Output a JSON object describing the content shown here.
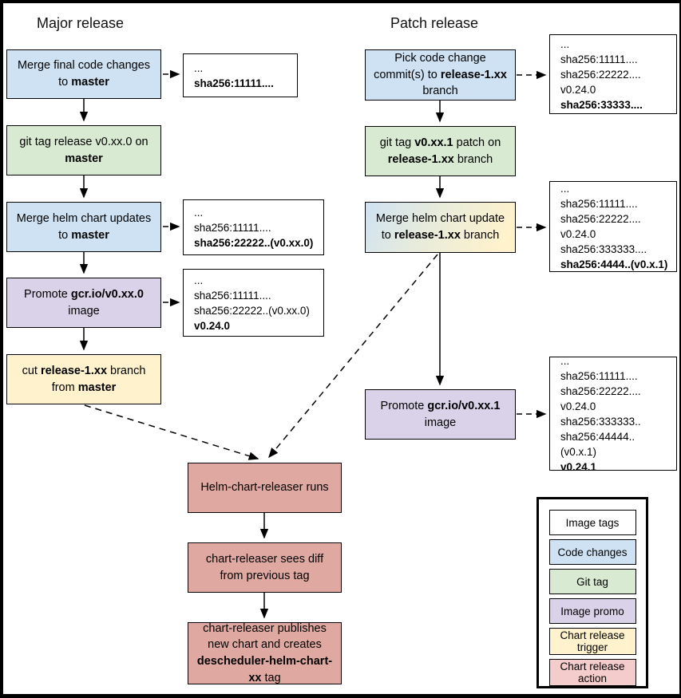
{
  "titles": {
    "major": "Major release",
    "patch": "Patch release"
  },
  "colors": {
    "blue": "#cfe2f3",
    "green": "#d9ead3",
    "purple": "#d9d2e9",
    "yellow": "#fff2cc",
    "pink": "#dfa9a1",
    "pink_light": "#f4cccc",
    "white": "#ffffff",
    "gradient": "linear-gradient(120deg, #cfe2f3 0%, #e9ecda 45%, #fff2cc 90%)",
    "line": "#000000"
  },
  "major": {
    "boxes": [
      {
        "kind": "blue",
        "segments": [
          {
            "t": "Merge final code changes to ",
            "b": false
          },
          {
            "t": "master",
            "b": true
          }
        ]
      },
      {
        "kind": "green",
        "segments": [
          {
            "t": "git tag release v0.xx.0 on ",
            "b": false
          },
          {
            "t": "master",
            "b": true
          }
        ]
      },
      {
        "kind": "blue",
        "segments": [
          {
            "t": "Merge helm chart updates to ",
            "b": false
          },
          {
            "t": "master",
            "b": true
          }
        ]
      },
      {
        "kind": "purple",
        "segments": [
          {
            "t": "Promote ",
            "b": false
          },
          {
            "t": "gcr.io/v0.xx.0",
            "b": true
          },
          {
            "t": " image",
            "b": false
          }
        ]
      },
      {
        "kind": "yellow",
        "segments": [
          {
            "t": "cut ",
            "b": false
          },
          {
            "t": "release-1.xx",
            "b": true
          },
          {
            "t": " branch from ",
            "b": false
          },
          {
            "t": "master",
            "b": true
          }
        ]
      }
    ],
    "annotations": [
      {
        "lines": [
          {
            "t": "...",
            "b": false
          },
          {
            "t": "sha256:11111....",
            "b": true
          }
        ]
      },
      {
        "lines": [
          {
            "t": "...",
            "b": false
          },
          {
            "t": "sha256:11111....",
            "b": false
          },
          {
            "t": "sha256:22222..(v0.xx.0)",
            "b": true
          }
        ]
      },
      {
        "lines": [
          {
            "t": "...",
            "b": false
          },
          {
            "t": "sha256:11111....",
            "b": false
          },
          {
            "t": "sha256:22222..(v0.xx.0)",
            "b": false
          },
          {
            "t": "v0.24.0",
            "b": true
          }
        ]
      }
    ]
  },
  "patch": {
    "boxes": [
      {
        "kind": "blue",
        "segments": [
          {
            "t": "Pick code change commit(s) to ",
            "b": false
          },
          {
            "t": "release-1.xx",
            "b": true
          },
          {
            "t": " branch",
            "b": false
          }
        ]
      },
      {
        "kind": "green",
        "segments": [
          {
            "t": "git tag ",
            "b": false
          },
          {
            "t": "v0.xx.1",
            "b": true
          },
          {
            "t": " patch on ",
            "b": false
          },
          {
            "t": "release-1.xx",
            "b": true
          },
          {
            "t": " branch",
            "b": false
          }
        ]
      },
      {
        "kind": "gradient",
        "segments": [
          {
            "t": "Merge helm chart update to ",
            "b": false
          },
          {
            "t": "release-1.xx",
            "b": true
          },
          {
            "t": " branch",
            "b": false
          }
        ]
      },
      {
        "kind": "purple",
        "segments": [
          {
            "t": "Promote ",
            "b": false
          },
          {
            "t": "gcr.io/v0.xx.1",
            "b": true
          },
          {
            "t": " image",
            "b": false
          }
        ]
      }
    ],
    "annotations": [
      {
        "lines": [
          {
            "t": "...",
            "b": false
          },
          {
            "t": "sha256:11111....",
            "b": false
          },
          {
            "t": "sha256:22222....",
            "b": false
          },
          {
            "t": "v0.24.0",
            "b": false
          },
          {
            "t": "sha256:33333....",
            "b": true
          }
        ]
      },
      {
        "lines": [
          {
            "t": "...",
            "b": false
          },
          {
            "t": "sha256:11111....",
            "b": false
          },
          {
            "t": "sha256:22222....",
            "b": false
          },
          {
            "t": "v0.24.0",
            "b": false
          },
          {
            "t": "sha256:333333....",
            "b": false
          },
          {
            "t": "sha256:4444..(v0.x.1)",
            "b": true
          }
        ]
      },
      {
        "lines": [
          {
            "t": "...",
            "b": false
          },
          {
            "t": "sha256:11111....",
            "b": false
          },
          {
            "t": "sha256:22222....",
            "b": false
          },
          {
            "t": "v0.24.0",
            "b": false
          },
          {
            "t": "sha256:333333..",
            "b": false
          },
          {
            "t": "sha256:44444..(v0.x.1)",
            "b": false
          },
          {
            "t": "v0.24.1",
            "b": true
          }
        ]
      }
    ]
  },
  "releaser": {
    "boxes": [
      {
        "kind": "pink",
        "segments": [
          {
            "t": "Helm-chart-releaser runs",
            "b": false
          }
        ]
      },
      {
        "kind": "pink",
        "segments": [
          {
            "t": "chart-releaser sees diff from previous tag",
            "b": false
          }
        ]
      },
      {
        "kind": "pink",
        "segments": [
          {
            "t": "chart-releaser publishes new chart and creates ",
            "b": false
          },
          {
            "t": "descheduler-helm-chart-xx",
            "b": true
          },
          {
            "t": " tag",
            "b": false
          }
        ]
      }
    ]
  },
  "legend": {
    "items": [
      {
        "label": "Image tags",
        "kind": "white"
      },
      {
        "label": "Code changes",
        "kind": "blue"
      },
      {
        "label": "Git tag",
        "kind": "green"
      },
      {
        "label": "Image promo",
        "kind": "purple"
      },
      {
        "label": "Chart release trigger",
        "kind": "yellow"
      },
      {
        "label": "Chart release action",
        "kind": "pink_light"
      }
    ]
  }
}
